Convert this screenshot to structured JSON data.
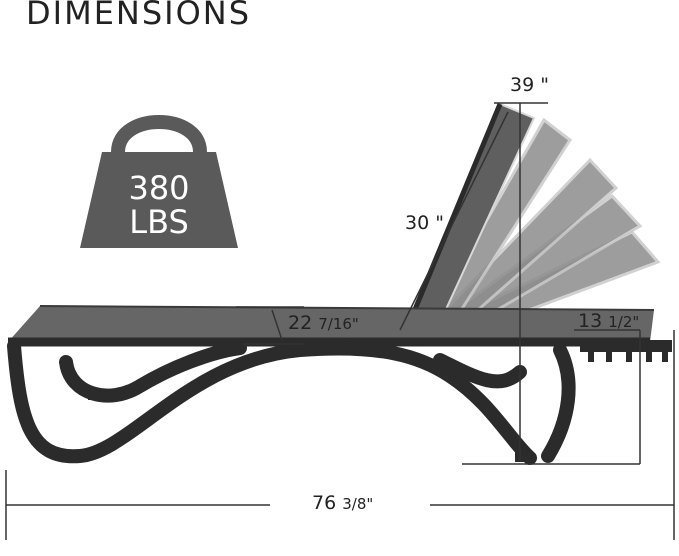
{
  "header": {
    "title": "DIMENSIONS"
  },
  "weight_badge": {
    "value": "380",
    "unit": "LBS",
    "icon": "weight-bag-icon"
  },
  "dimensions": {
    "backrest_height": "39 \"",
    "backrest_length": "30 \"",
    "seat_height_main": "22",
    "seat_height_frac": "7/16\"",
    "wheel_height_main": "13",
    "wheel_height_frac": "1/2\"",
    "total_length_main": "76",
    "total_length_frac": "3/8\""
  },
  "colors": {
    "frame": "#2b2b2b",
    "fabric": "#5f5f5f",
    "badge": "#5a5a5a",
    "line": "#333333"
  }
}
